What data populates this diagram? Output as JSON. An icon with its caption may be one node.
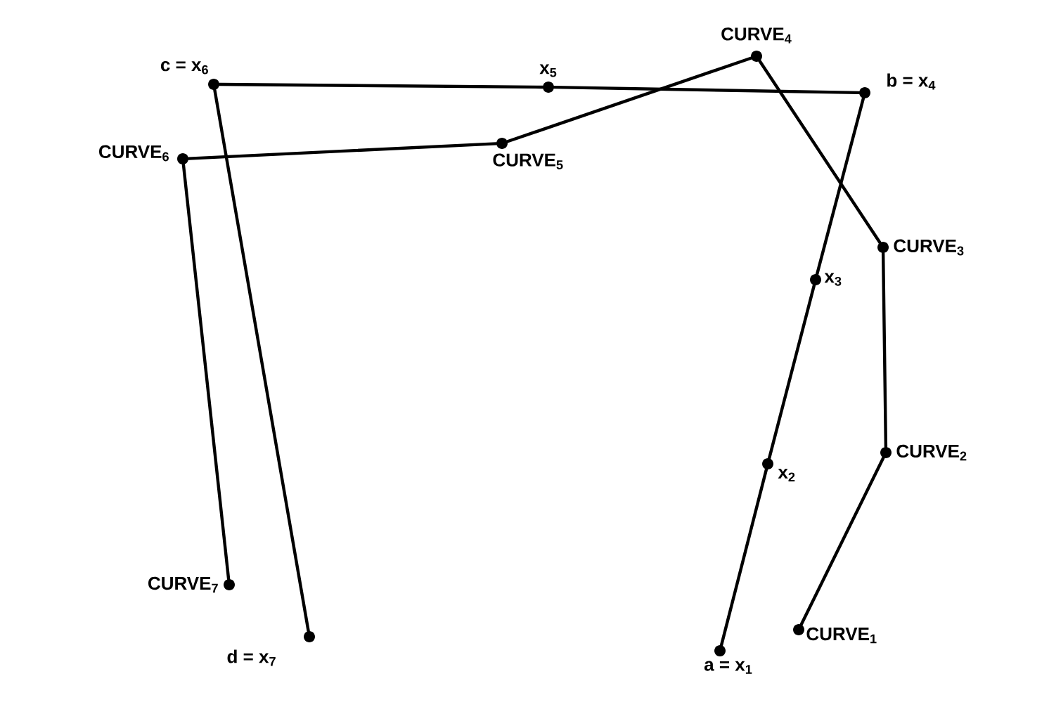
{
  "diagram": {
    "nodes": [
      {
        "text": [],
        "shape": "circle",
        "beside": [
          "CURVE$_{4}$"
        ]
      },
      {
        "text": [],
        "shape": "circle",
        "beside": [
          "c = x$_{6}$"
        ]
      },
      {
        "text": [],
        "shape": "circle",
        "beside": [
          "x$_{5}$"
        ]
      },
      {
        "text": [],
        "shape": "circle",
        "beside": [
          "b = x$_{4}$"
        ]
      },
      {
        "text": [],
        "shape": "circle",
        "beside": [
          "CURVE$_{6}$"
        ]
      },
      {
        "text": [],
        "shape": "circle",
        "beside": [
          "CURVE$_{5}$"
        ]
      },
      {
        "text": [],
        "shape": "circle",
        "beside": [
          "CURVE$_{3}$"
        ]
      },
      {
        "text": [],
        "shape": "circle",
        "beside": [
          "x$_{3}$"
        ]
      },
      {
        "text": [],
        "shape": "circle",
        "beside": [
          "CURVE$_{2}$"
        ]
      },
      {
        "text": [],
        "shape": "circle",
        "beside": [
          "x$_{2}$"
        ]
      },
      {
        "text": [],
        "shape": "circle",
        "beside": [
          "CURVE$_{7}$"
        ]
      },
      {
        "text": [],
        "shape": "circle",
        "beside": [
          "CURVE$_{1}$"
        ]
      },
      {
        "text": [],
        "shape": "circle",
        "beside": [
          "d = x$_{7}$"
        ]
      },
      {
        "text": [],
        "shape": "circle",
        "beside": [
          "a = x$_{1}$"
        ]
      }
    ],
    "edges": [
      {
        "from": 13,
        "to": 9,
        "arrow": "none"
      },
      {
        "from": 9,
        "to": 7,
        "arrow": "none"
      },
      {
        "from": 7,
        "to": 3,
        "arrow": "none"
      },
      {
        "from": 3,
        "to": 2,
        "arrow": "none"
      },
      {
        "from": 2,
        "to": 1,
        "arrow": "none"
      },
      {
        "from": 1,
        "to": 12,
        "arrow": "none"
      },
      {
        "from": 11,
        "to": 8,
        "arrow": "none"
      },
      {
        "from": 8,
        "to": 6,
        "arrow": "none"
      },
      {
        "from": 6,
        "to": 0,
        "arrow": "none"
      },
      {
        "from": 0,
        "to": 5,
        "arrow": "none"
      },
      {
        "from": 5,
        "to": 4,
        "arrow": "none"
      },
      {
        "from": 4,
        "to": 10,
        "arrow": "none"
      }
    ]
  }
}
